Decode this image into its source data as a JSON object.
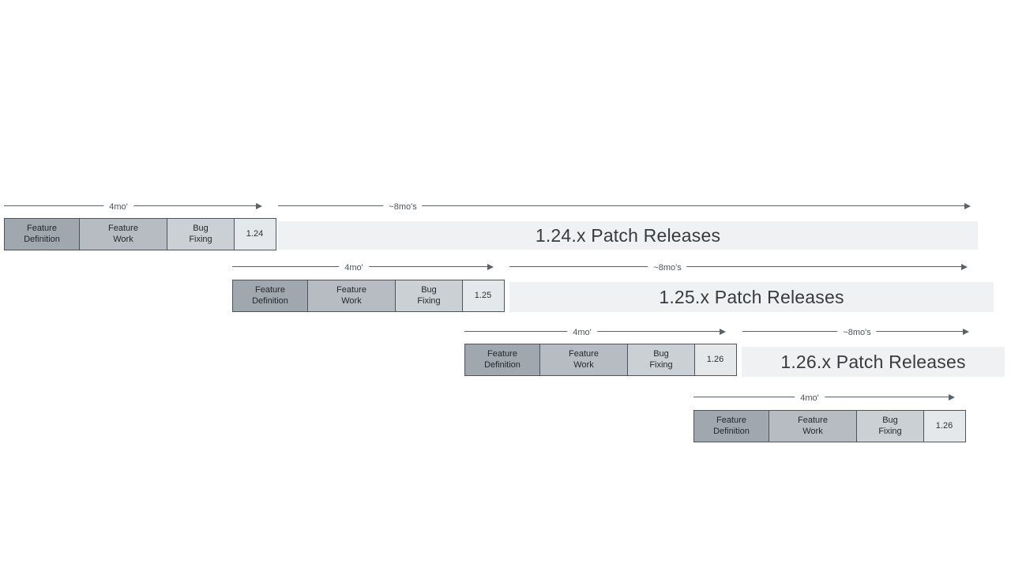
{
  "phases": [
    "Feature\nDefinition",
    "Feature\nWork",
    "Bug\nFixing"
  ],
  "rows": [
    {
      "version": "1.24",
      "dev_duration": "4mo'",
      "patch_duration": "~8mo's",
      "patch_band": "1.24.x Patch Releases"
    },
    {
      "version": "1.25",
      "dev_duration": "4mo'",
      "patch_duration": "~8mo's",
      "patch_band": "1.25.x Patch Releases"
    },
    {
      "version": "1.26",
      "dev_duration": "4mo'",
      "patch_duration": "~8mo's",
      "patch_band": "1.26.x Patch Releases"
    },
    {
      "version": "1.26",
      "dev_duration": "4mo'"
    }
  ],
  "colors": {
    "feature_definition": "#a0a7ae",
    "feature_work": "#b6bcc2",
    "bug_fixing": "#cbd0d5",
    "version_box": "#e5e8ea",
    "patch_band": "#f0f1f3",
    "border": "#4d545b",
    "arrow": "#5a6167"
  }
}
